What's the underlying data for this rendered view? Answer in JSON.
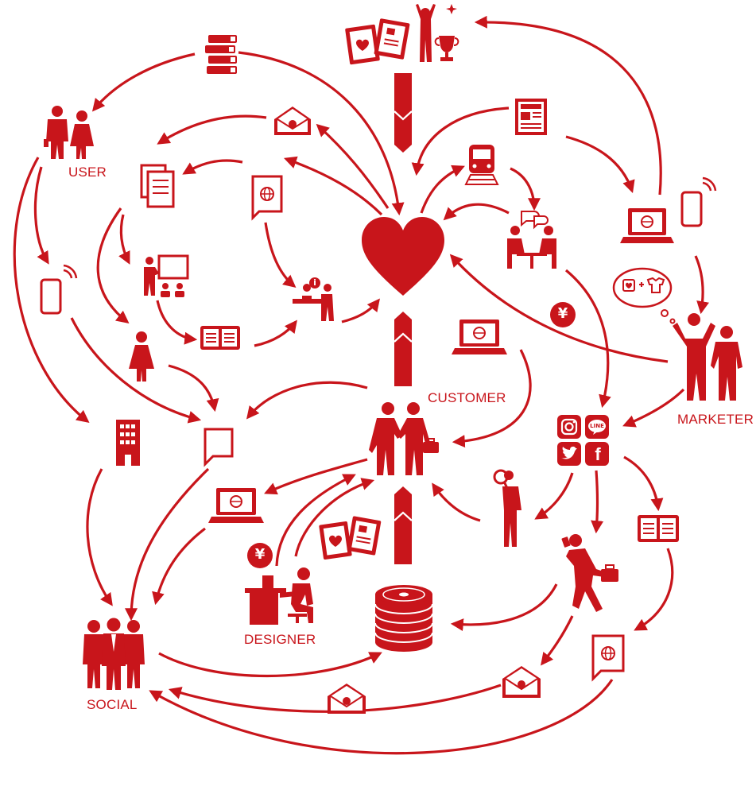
{
  "diagram": {
    "accent_color": "#c8151b",
    "labels": {
      "user": "USER",
      "customer": "CUSTOMER",
      "marketer": "MARKETER",
      "designer": "DESIGNER",
      "social": "SOCIAL"
    },
    "symbols": {
      "yen": "¥",
      "info": "i",
      "line_badge": "LINE",
      "facebook_badge": "f"
    },
    "icons": [
      "books-icon",
      "award-cards-icon",
      "winner-person-icon",
      "trophy-icon",
      "couple-icon",
      "mail-icon",
      "newspaper-icon",
      "documents-icon",
      "train-icon",
      "web-page-icon",
      "laptop-icon",
      "smartphone-icon",
      "meeting-icon",
      "presentation-icon",
      "reception-icon",
      "heart-icon",
      "speech-bubble-icon",
      "open-book-icon",
      "woman-icon",
      "yen-coin-icon",
      "building-icon",
      "memo-icon",
      "handshake-icon",
      "instagram-icon",
      "line-icon",
      "twitter-icon",
      "facebook-icon",
      "magnifier-person-icon",
      "walking-businessman-icon",
      "cards-icon",
      "designer-at-desk-icon",
      "disc-stack-icon",
      "group-icon"
    ]
  }
}
